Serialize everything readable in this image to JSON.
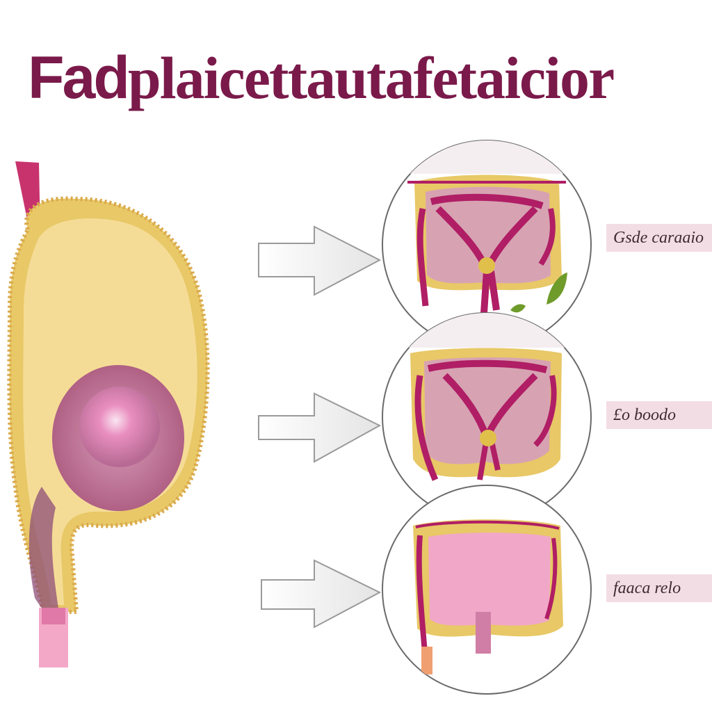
{
  "title": {
    "parts": [
      "Fad",
      " plaic ",
      "ettauta",
      " fetaicior"
    ],
    "color": "#7a1a4a"
  },
  "stages": [
    {
      "label": "Gsde caraaio"
    },
    {
      "label": "£o boodo"
    },
    {
      "label": "faaca relo"
    }
  ],
  "colors": {
    "stomach_outer": "#e8c867",
    "stomach_fill": "#f5dc96",
    "mucosa_pink": "#a8557a",
    "tract_magenta": "#b01e65",
    "light_pink": "#f1a8c8",
    "label_bg": "#f3dde5",
    "arrow_fill": "#f6f6f6",
    "arrow_stroke": "#9a9a9a",
    "leaf": "#6e9b2a"
  },
  "icons": [
    "stomach-illustration",
    "intestine-cross-section",
    "arrow-right-icon",
    "leaf-icon"
  ]
}
